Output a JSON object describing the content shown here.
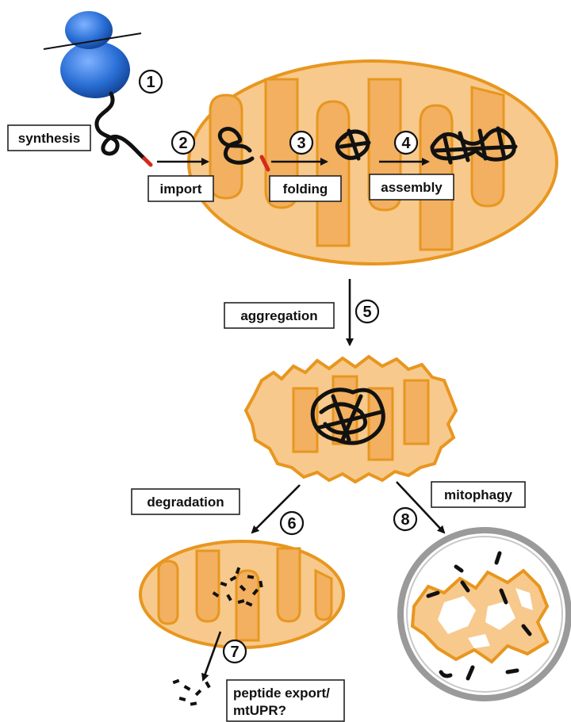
{
  "labels": {
    "synthesis": "synthesis",
    "import": "import",
    "folding": "folding",
    "assembly": "assembly",
    "aggregation": "aggregation",
    "degradation": "degradation",
    "mitophagy": "mitophagy",
    "peptide_export_1": "peptide export/",
    "peptide_export_2": "mtUPR?"
  },
  "steps": {
    "s1": "1",
    "s2": "2",
    "s3": "3",
    "s4": "4",
    "s5": "5",
    "s6": "6",
    "s7": "7",
    "s8": "8"
  },
  "colors": {
    "ribosome": "#1f5fbf",
    "mitochondria_fill": "#f7c98c",
    "mitochondria_stroke": "#e8961f",
    "signal_peptide": "#d42a1e",
    "lysosome_ring": "#9a9a9a"
  }
}
